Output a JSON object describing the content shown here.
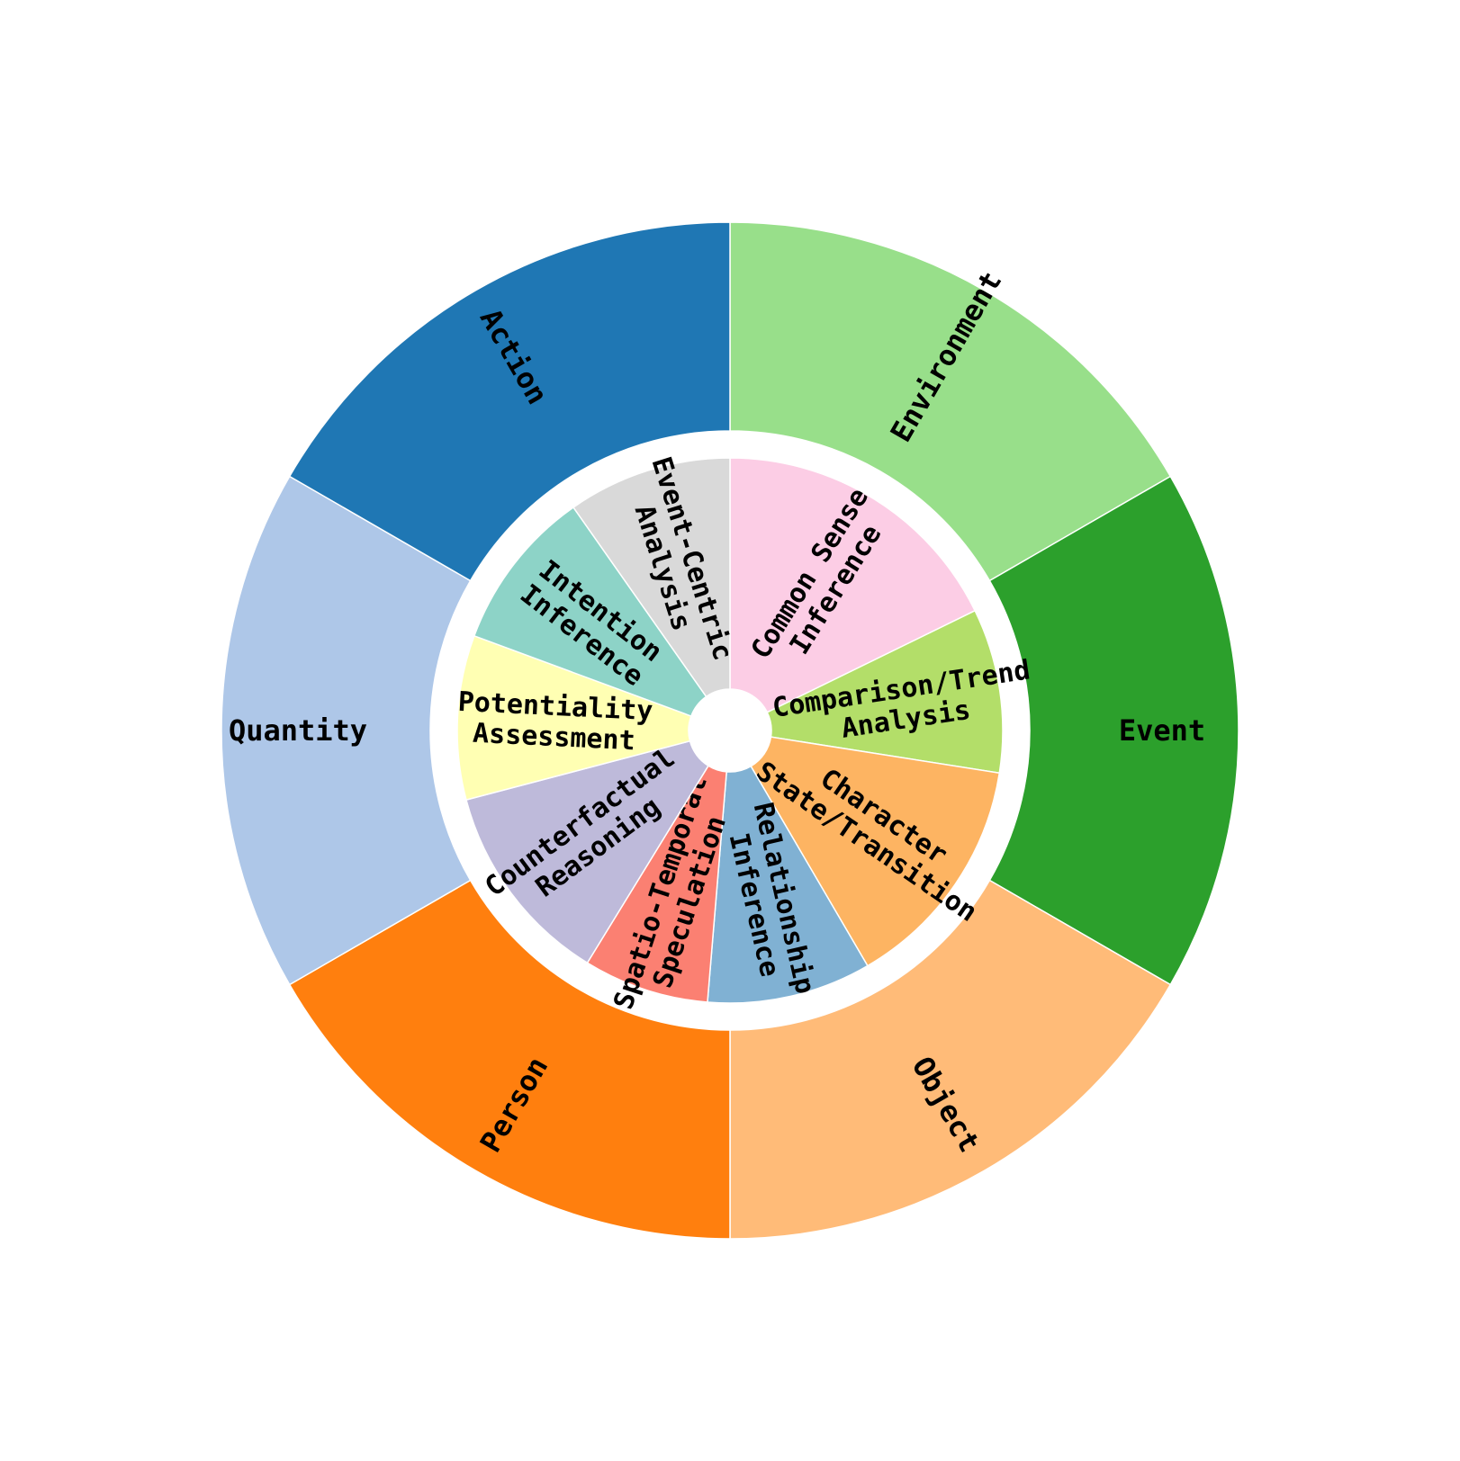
{
  "chart_data": {
    "type": "pie",
    "subtype": "nested-donut",
    "start_angle_deg": 90,
    "direction": "clockwise",
    "legend": "none",
    "title": "",
    "outer_ring": [
      {
        "label": "Environment",
        "value": 1,
        "color": "#98df8a"
      },
      {
        "label": "Event",
        "value": 1,
        "color": "#2ca02c"
      },
      {
        "label": "Object",
        "value": 1,
        "color": "#ffbb78"
      },
      {
        "label": "Person",
        "value": 1,
        "color": "#ff7f0e"
      },
      {
        "label": "Quantity",
        "value": 1,
        "color": "#aec7e8"
      },
      {
        "label": "Action",
        "value": 1,
        "color": "#1f77b4"
      }
    ],
    "inner_ring": [
      {
        "label": "Common Sense\nInference",
        "value": 15.5,
        "color": "#fccde5"
      },
      {
        "label": "Comparison/Trend\nAnalysis",
        "value": 8.5,
        "color": "#b3de69"
      },
      {
        "label": "Character\nState/Transition",
        "value": 12.3,
        "color": "#fdb462"
      },
      {
        "label": "Relationship\nInference",
        "value": 8.5,
        "color": "#80b1d3"
      },
      {
        "label": "Spatio-Temporal\nSpeculation",
        "value": 6.5,
        "color": "#fb8072"
      },
      {
        "label": "Counterfactual\nReasoning",
        "value": 10.6,
        "color": "#bebada"
      },
      {
        "label": "Potentiality\nAssessment",
        "value": 8.5,
        "color": "#ffffb3"
      },
      {
        "label": "Intention\nInference",
        "value": 8.4,
        "color": "#8dd3c7"
      },
      {
        "label": "Event-Centric\nAnalysis",
        "value": 8.5,
        "color": "#d9d9d9"
      }
    ]
  }
}
